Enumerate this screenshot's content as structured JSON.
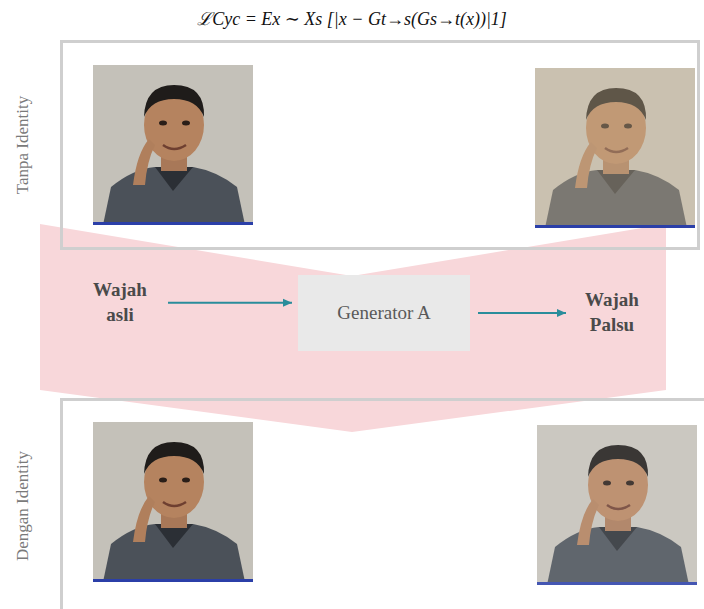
{
  "diagram": {
    "title": "ℒCyc = Ex ∼ Xs [|x − Gt→s(Gs→t(x))|1]",
    "nodes": [
      {
        "text": [
          "Tanpa Identity"
        ]
      },
      {
        "text": [
          "Wajah asli"
        ]
      },
      {
        "text": [
          "Generator A"
        ]
      },
      {
        "text": [
          "Wajah Palsu"
        ]
      },
      {
        "text": [
          "Dengan Identity"
        ]
      }
    ],
    "edges": [
      {
        "from": 1,
        "to": 2,
        "arrow": "to"
      },
      {
        "from": 2,
        "to": 3,
        "arrow": "to"
      }
    ]
  }
}
